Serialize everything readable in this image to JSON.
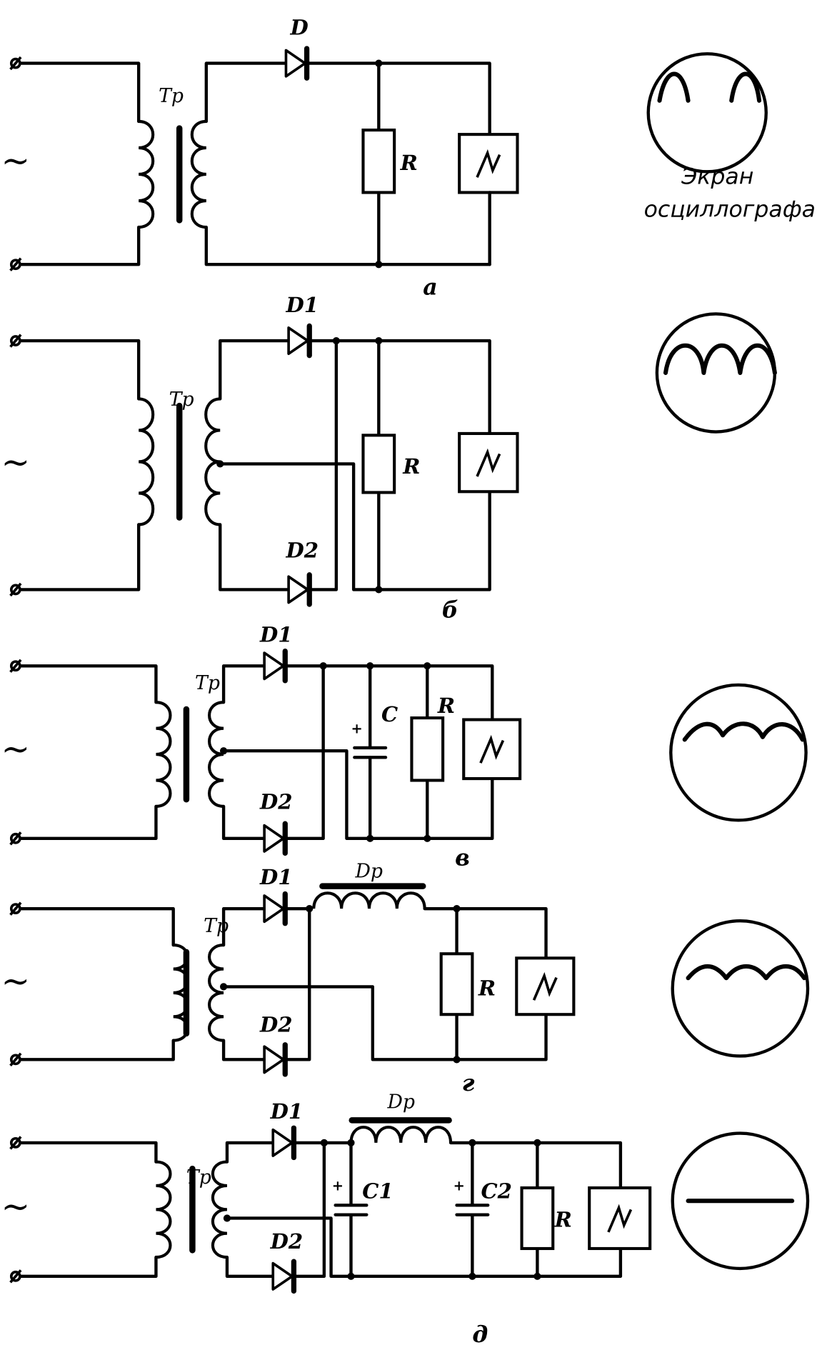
{
  "figure": {
    "type": "rectifier-circuits-with-oscilloscope-screens",
    "colors": {
      "ink": "#000000",
      "paper": "#ffffff"
    },
    "screen_caption": [
      "Экран",
      "осциллографа"
    ],
    "common_labels": {
      "ac_source": "~",
      "transformer": "Tp",
      "resistor": "R",
      "oscilloscope_symbol": "oscilloscope-icon"
    },
    "circuits": [
      {
        "id": "a",
        "label": "а",
        "kind": "half-wave",
        "diodes": [
          "D"
        ],
        "capacitors": [],
        "choke": null,
        "resistor": "R",
        "screen_waveform": "half-wave-pulses"
      },
      {
        "id": "b",
        "label": "б",
        "kind": "full-wave-center-tap",
        "diodes": [
          "D1",
          "D2"
        ],
        "capacitors": [],
        "choke": null,
        "resistor": "R",
        "screen_waveform": "full-wave-pulses"
      },
      {
        "id": "v",
        "label": "в",
        "kind": "full-wave-capacitor-filter",
        "diodes": [
          "D1",
          "D2"
        ],
        "capacitors": [
          "C"
        ],
        "choke": null,
        "resistor": "R",
        "screen_waveform": "reduced-ripple"
      },
      {
        "id": "g",
        "label": "г",
        "kind": "full-wave-choke-filter",
        "diodes": [
          "D1",
          "D2"
        ],
        "capacitors": [],
        "choke": "Dp",
        "resistor": "R",
        "screen_waveform": "small-ripple"
      },
      {
        "id": "d",
        "label": "д",
        "kind": "full-wave-LC-pi-filter",
        "diodes": [
          "D1",
          "D2"
        ],
        "capacitors": [
          "C1",
          "C2"
        ],
        "choke": "Dp",
        "resistor": "R",
        "screen_waveform": "flat-dc"
      }
    ]
  }
}
